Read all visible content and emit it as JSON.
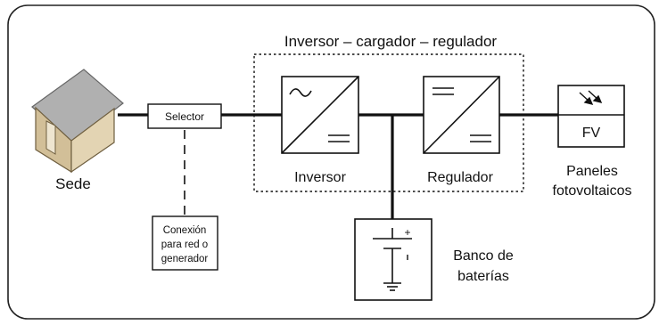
{
  "diagram": {
    "group_title": "Inversor – cargador – regulador",
    "house_label": "Sede",
    "selector_label": "Selector",
    "grid_box_lines": [
      "Conexión",
      "para red o",
      "generador"
    ],
    "inverter_label": "Inversor",
    "regulator_label": "Regulador",
    "pv_box_label": "FV",
    "pv_caption_lines": [
      "Paneles",
      "fotovoltaicos"
    ],
    "battery_plus": "+",
    "battery_caption_lines": [
      "Banco de",
      "baterías"
    ]
  },
  "colors": {
    "line": "#111111",
    "house_wall": "#d8c7a4",
    "house_roof": "#a9a9a9",
    "house_chimney": "#d9364a",
    "house_door": "#e6dcc4",
    "frame": "#222222"
  },
  "icons": {
    "house": "house-icon",
    "inverter": "ac-dc-converter-icon",
    "regulator": "dc-dc-converter-icon",
    "pv": "sunlight-arrows-icon",
    "battery": "battery-symbol-icon",
    "ground": "ground-symbol-icon"
  }
}
